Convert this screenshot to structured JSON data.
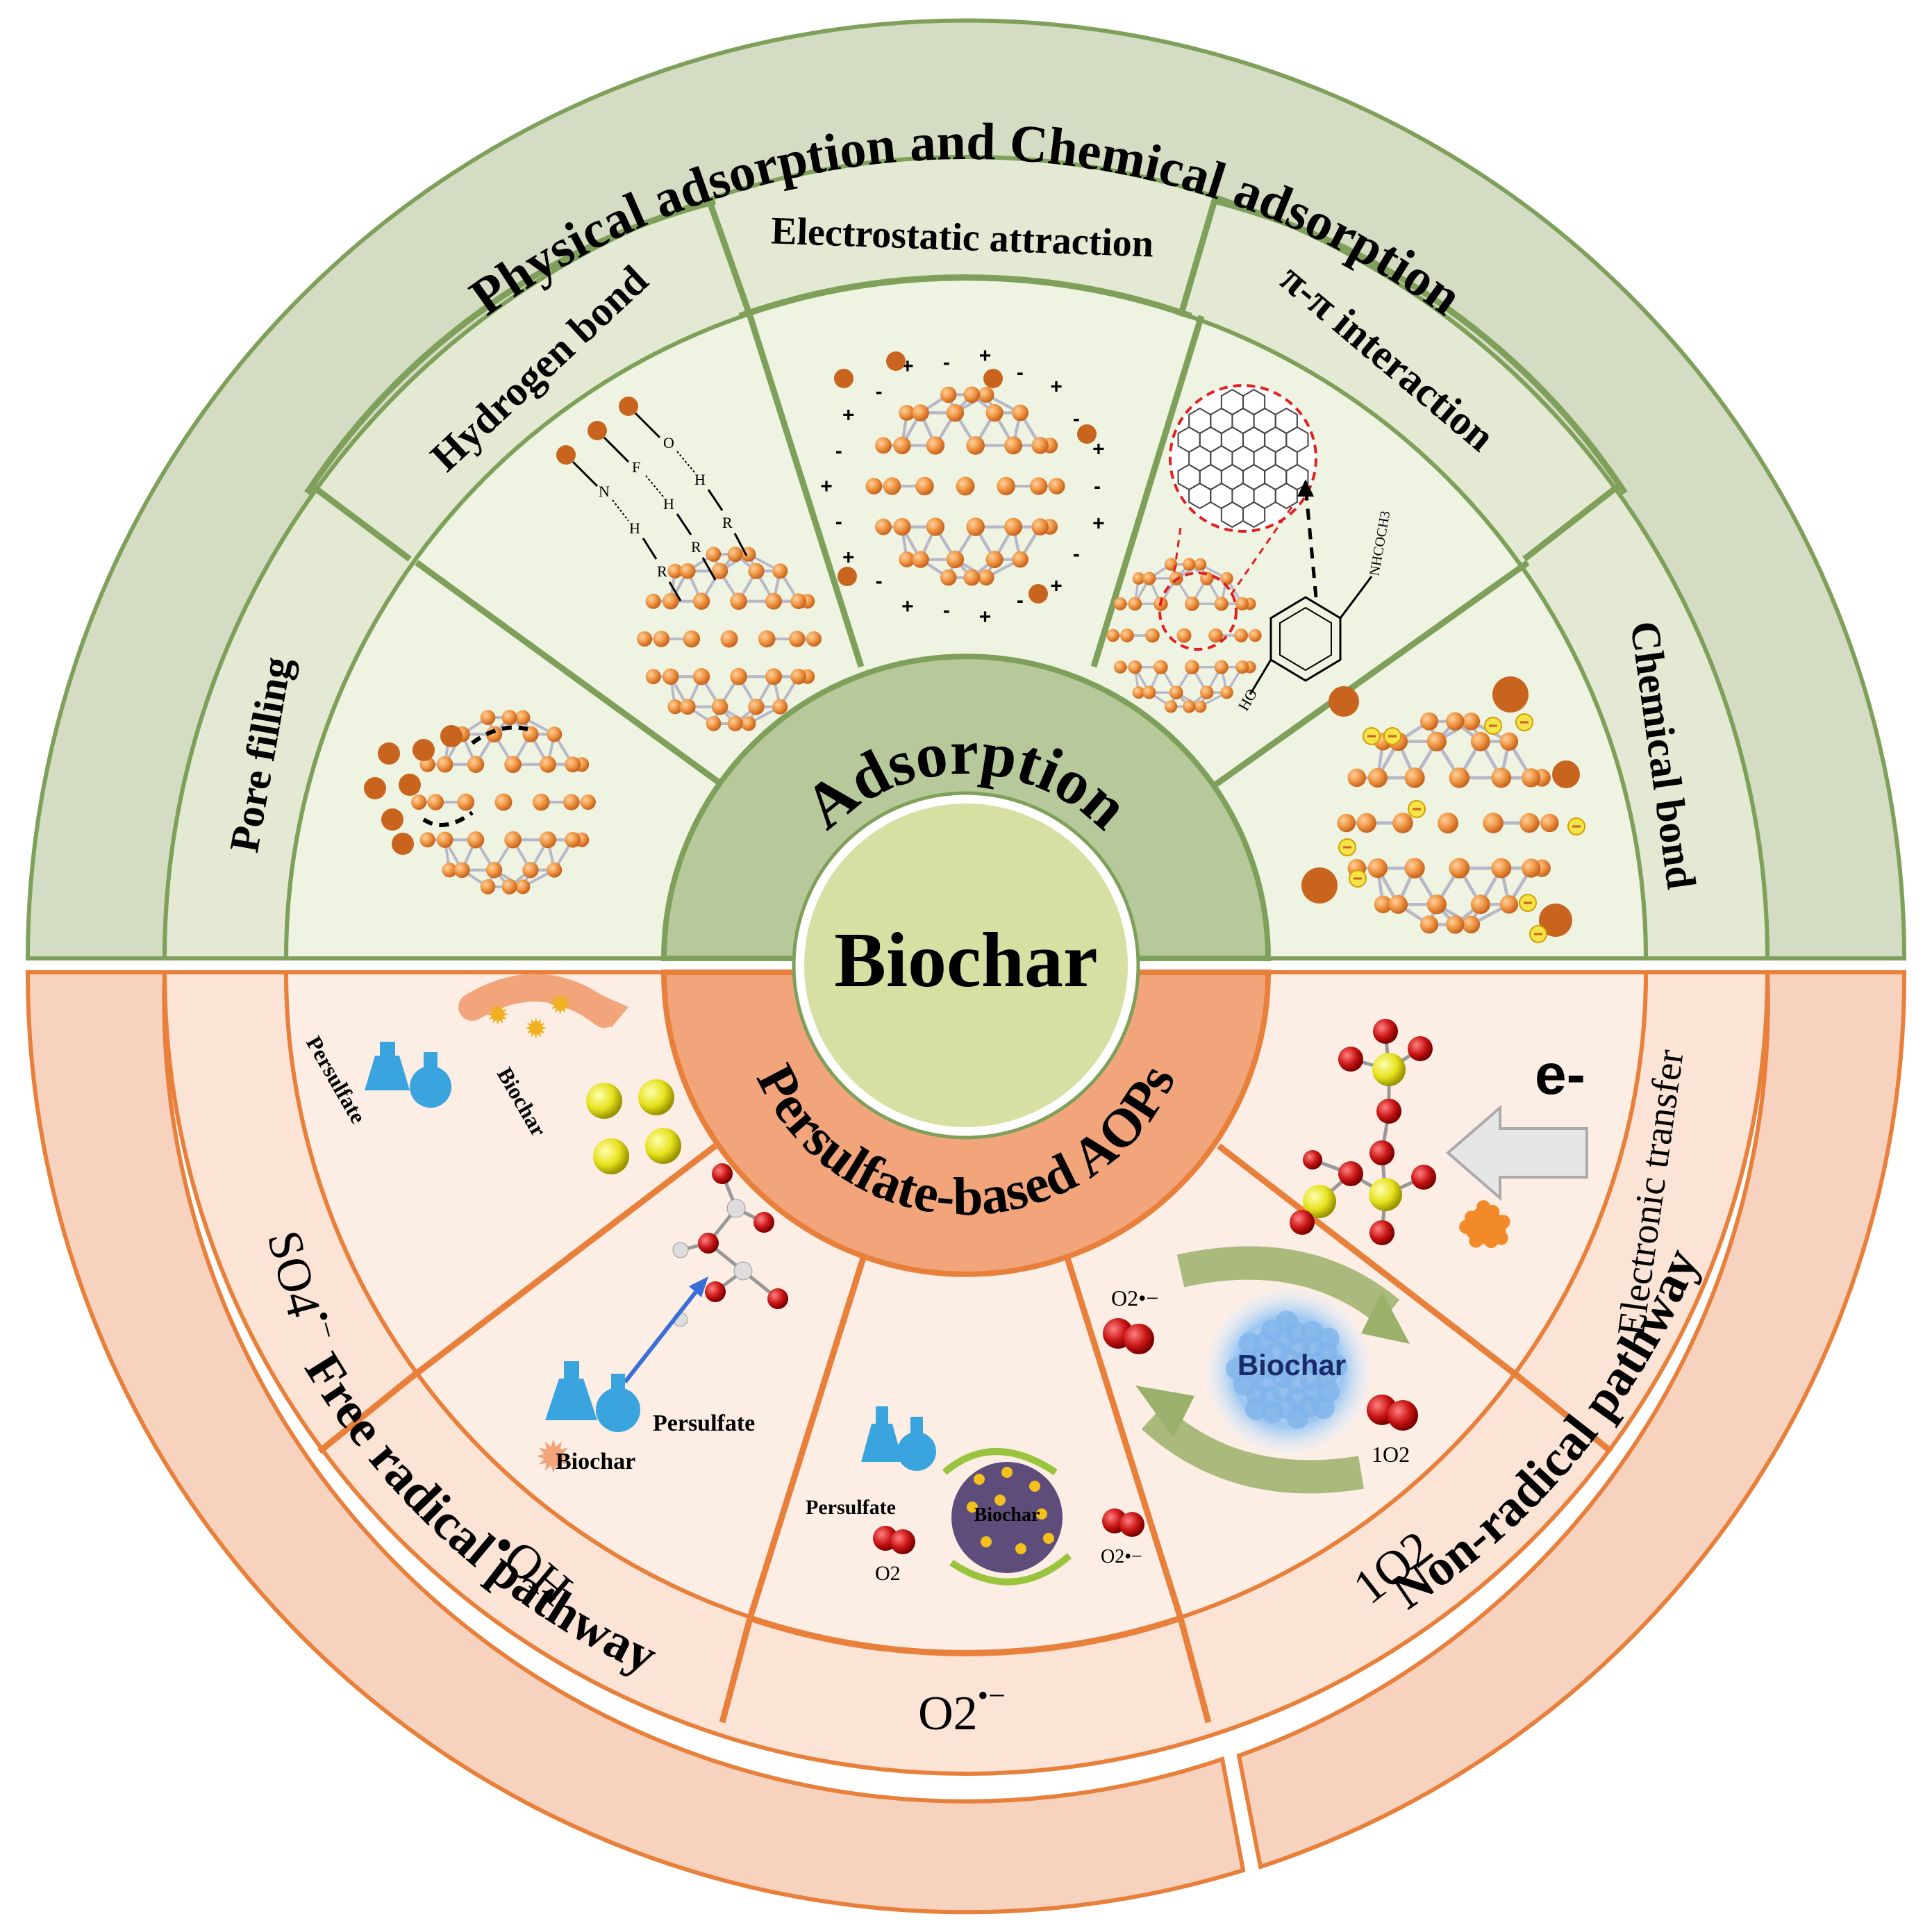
{
  "colors": {
    "green_ring": "#d5dcc4",
    "green_ring_dark": "#c5d0ad",
    "green_line": "#7fa05a",
    "green_inner": "#eaf0dc",
    "green_hub": "#b7c89a",
    "core": "#d8dfa3",
    "orange_ring": "#f7d3bf",
    "orange_line": "#e8803c",
    "orange_inner": "#fdebe1",
    "orange_hub": "#f2a57b",
    "atom": "#f29c4a",
    "bond": "#b8b8c8",
    "dot": "#c8641e",
    "o_red": "#c81414",
    "s_yellow": "#e6e21e",
    "flask": "#3aa4df"
  },
  "outer": {
    "top": "Physical adsorption and Chemical adsorption",
    "bottom_left": "Free radical pathway",
    "bottom_right": "Non-radical pathway"
  },
  "hub": {
    "top": "Adsorption",
    "bottom": "Persulfate-based AOPs",
    "core": "Biochar"
  },
  "adsorption": {
    "pore_filling": "Pore filling",
    "hydrogen_bond": "Hydrogen bond",
    "electrostatic": "Electrostatic attraction",
    "pi_pi": "π-π interaction",
    "chemical_bond": "Chemical bond",
    "hb_atoms": {
      "o": "O",
      "f": "F",
      "n": "N",
      "h": "H",
      "r": "R"
    },
    "pi_ho": "HO",
    "pi_nh": "NHCOCH3",
    "plus": "+",
    "minus": "-"
  },
  "aops": {
    "so4": "SO4",
    "so4_sup": "•−",
    "oh": "•OH",
    "o2": "O2",
    "o2_sup": "•−",
    "singlet": "1O2",
    "electronic_transfer": "Electronic transfer",
    "persulfate": "Persulfate",
    "biochar": "Biochar",
    "o2_label": "O2",
    "o2_radical": "O2•−",
    "singlet_label": "1O2",
    "eminus": "e-"
  }
}
